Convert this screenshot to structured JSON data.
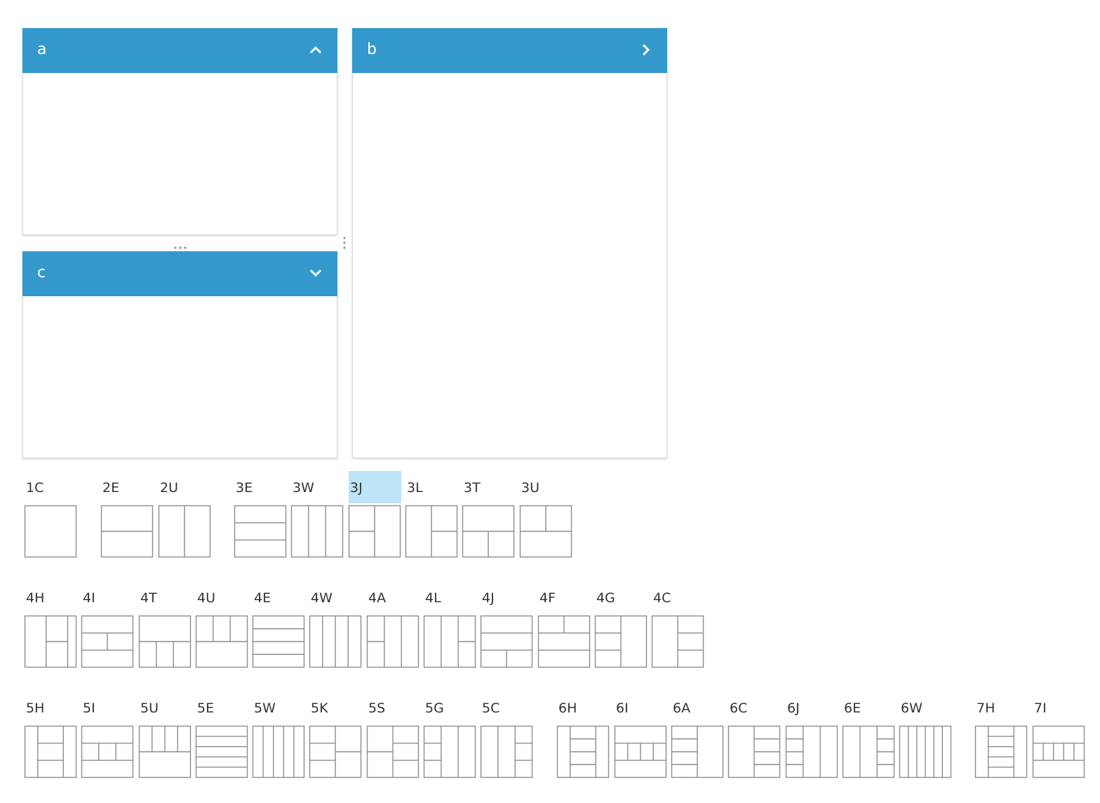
{
  "panels": {
    "a": {
      "title": "a",
      "toggle_icon": "chevron-up-icon"
    },
    "b": {
      "title": "b",
      "toggle_icon": "chevron-right-icon"
    },
    "c": {
      "title": "c",
      "toggle_icon": "chevron-down-icon"
    }
  },
  "colors": {
    "header": "#3399cc",
    "header_text": "#ffffff",
    "selected_label": "#bde4f7",
    "thumb_stroke": "#8c8c8c"
  },
  "layouts": {
    "selected": "3J",
    "rows": [
      {
        "items": [
          "1C",
          "2E",
          "2U",
          "3E",
          "3W",
          "3J",
          "3L",
          "3T",
          "3U"
        ]
      },
      {
        "items": [
          "4H",
          "4I",
          "4T",
          "4U",
          "4E",
          "4W",
          "4A",
          "4L",
          "4J",
          "4F",
          "4G",
          "4C"
        ]
      },
      {
        "items": [
          "5H",
          "5I",
          "5U",
          "5E",
          "5W",
          "5K",
          "5S",
          "5G",
          "5C",
          "6H",
          "6I",
          "6A",
          "6C",
          "6J",
          "6E",
          "6W",
          "7H",
          "7I"
        ]
      }
    ]
  }
}
